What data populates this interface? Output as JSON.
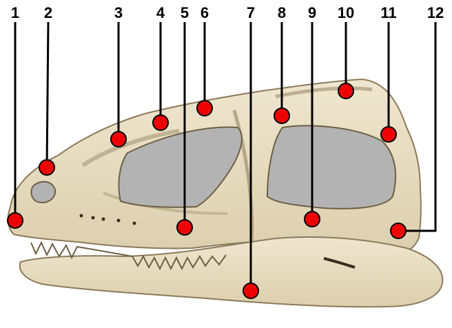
{
  "diagram": {
    "labels": [
      {
        "id": "1",
        "text": "1"
      },
      {
        "id": "2",
        "text": "2"
      },
      {
        "id": "3",
        "text": "3"
      },
      {
        "id": "4",
        "text": "4"
      },
      {
        "id": "5",
        "text": "5"
      },
      {
        "id": "6",
        "text": "6"
      },
      {
        "id": "7",
        "text": "7"
      },
      {
        "id": "8",
        "text": "8"
      },
      {
        "id": "9",
        "text": "9"
      },
      {
        "id": "10",
        "text": "10"
      },
      {
        "id": "11",
        "text": "11"
      },
      {
        "id": "12",
        "text": "12"
      }
    ],
    "colors": {
      "bone": "#eadfc6",
      "bone_shadow": "#b8a888",
      "fenestra": "#b3b3b3",
      "marker": "#ee0000",
      "line": "#000000"
    }
  }
}
